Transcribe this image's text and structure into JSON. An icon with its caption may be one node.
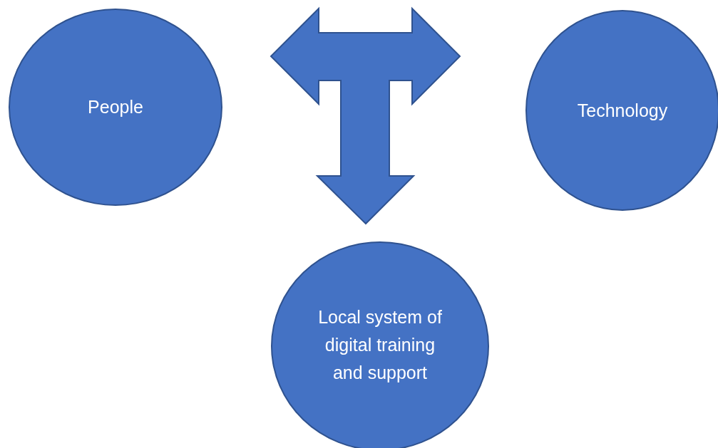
{
  "diagram": {
    "nodes": [
      {
        "text": [
          "People"
        ]
      },
      {
        "text": [
          "Technology"
        ]
      },
      {
        "text": [
          "Local system of digital training and support"
        ]
      }
    ],
    "edges": [
      {
        "from": 0,
        "to": 1,
        "arrow": "both"
      },
      {
        "from": 0,
        "to": 2,
        "arrow": "to"
      },
      {
        "from": 1,
        "to": 2,
        "arrow": "to"
      }
    ]
  }
}
